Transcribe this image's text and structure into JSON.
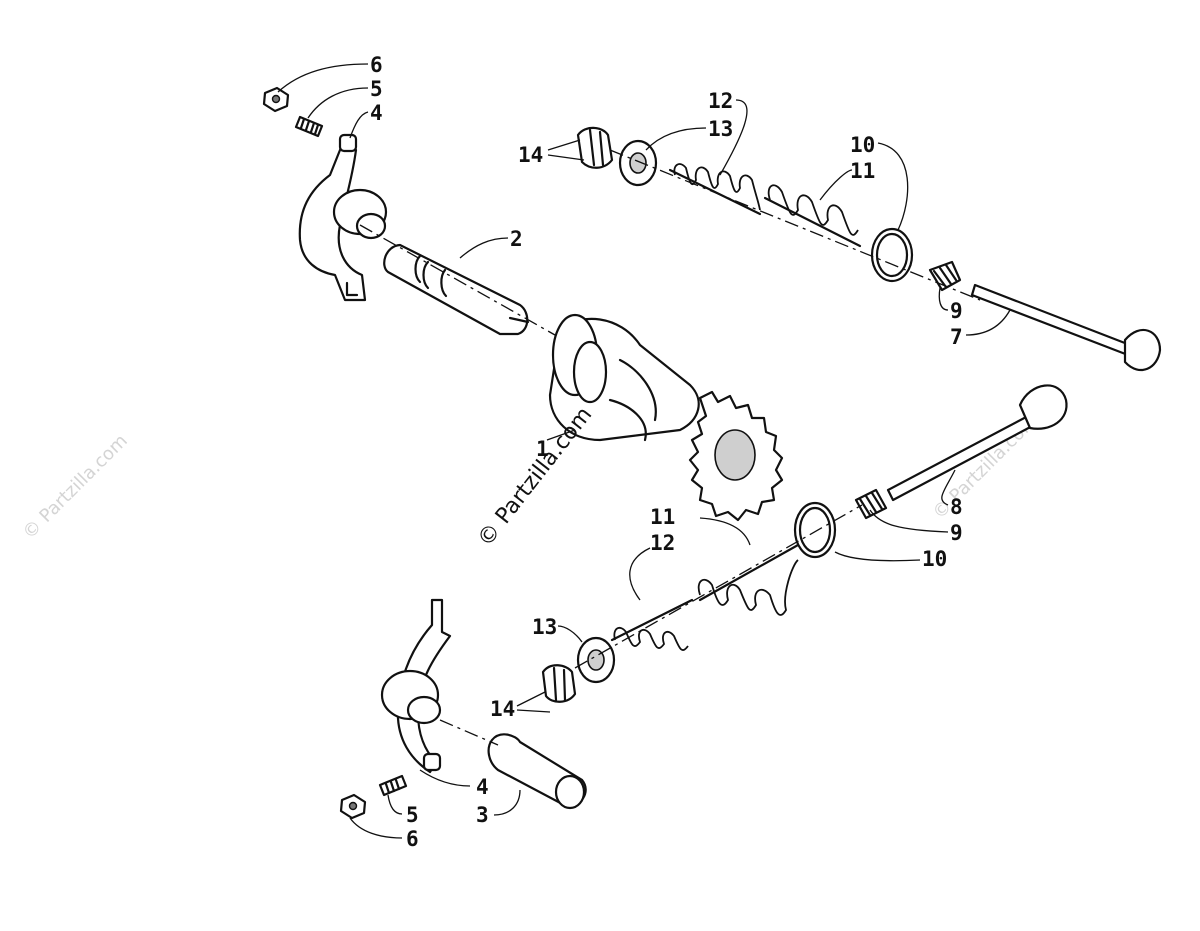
{
  "diagram": {
    "callouts": {
      "c1": "1",
      "c2": "2",
      "c3": "3",
      "c4a": "4",
      "c4b": "4",
      "c5a": "5",
      "c5b": "5",
      "c6a": "6",
      "c6b": "6",
      "c7": "7",
      "c8": "8",
      "c9a": "9",
      "c9b": "9",
      "c10a": "10",
      "c10b": "10",
      "c11a": "11",
      "c11b": "11",
      "c12a": "12",
      "c12b": "12",
      "c13a": "13",
      "c13b": "13",
      "c14a": "14",
      "c14b": "14"
    },
    "watermark": "© Partzilla.com",
    "watermark_faint": "© Partzilla.com"
  }
}
